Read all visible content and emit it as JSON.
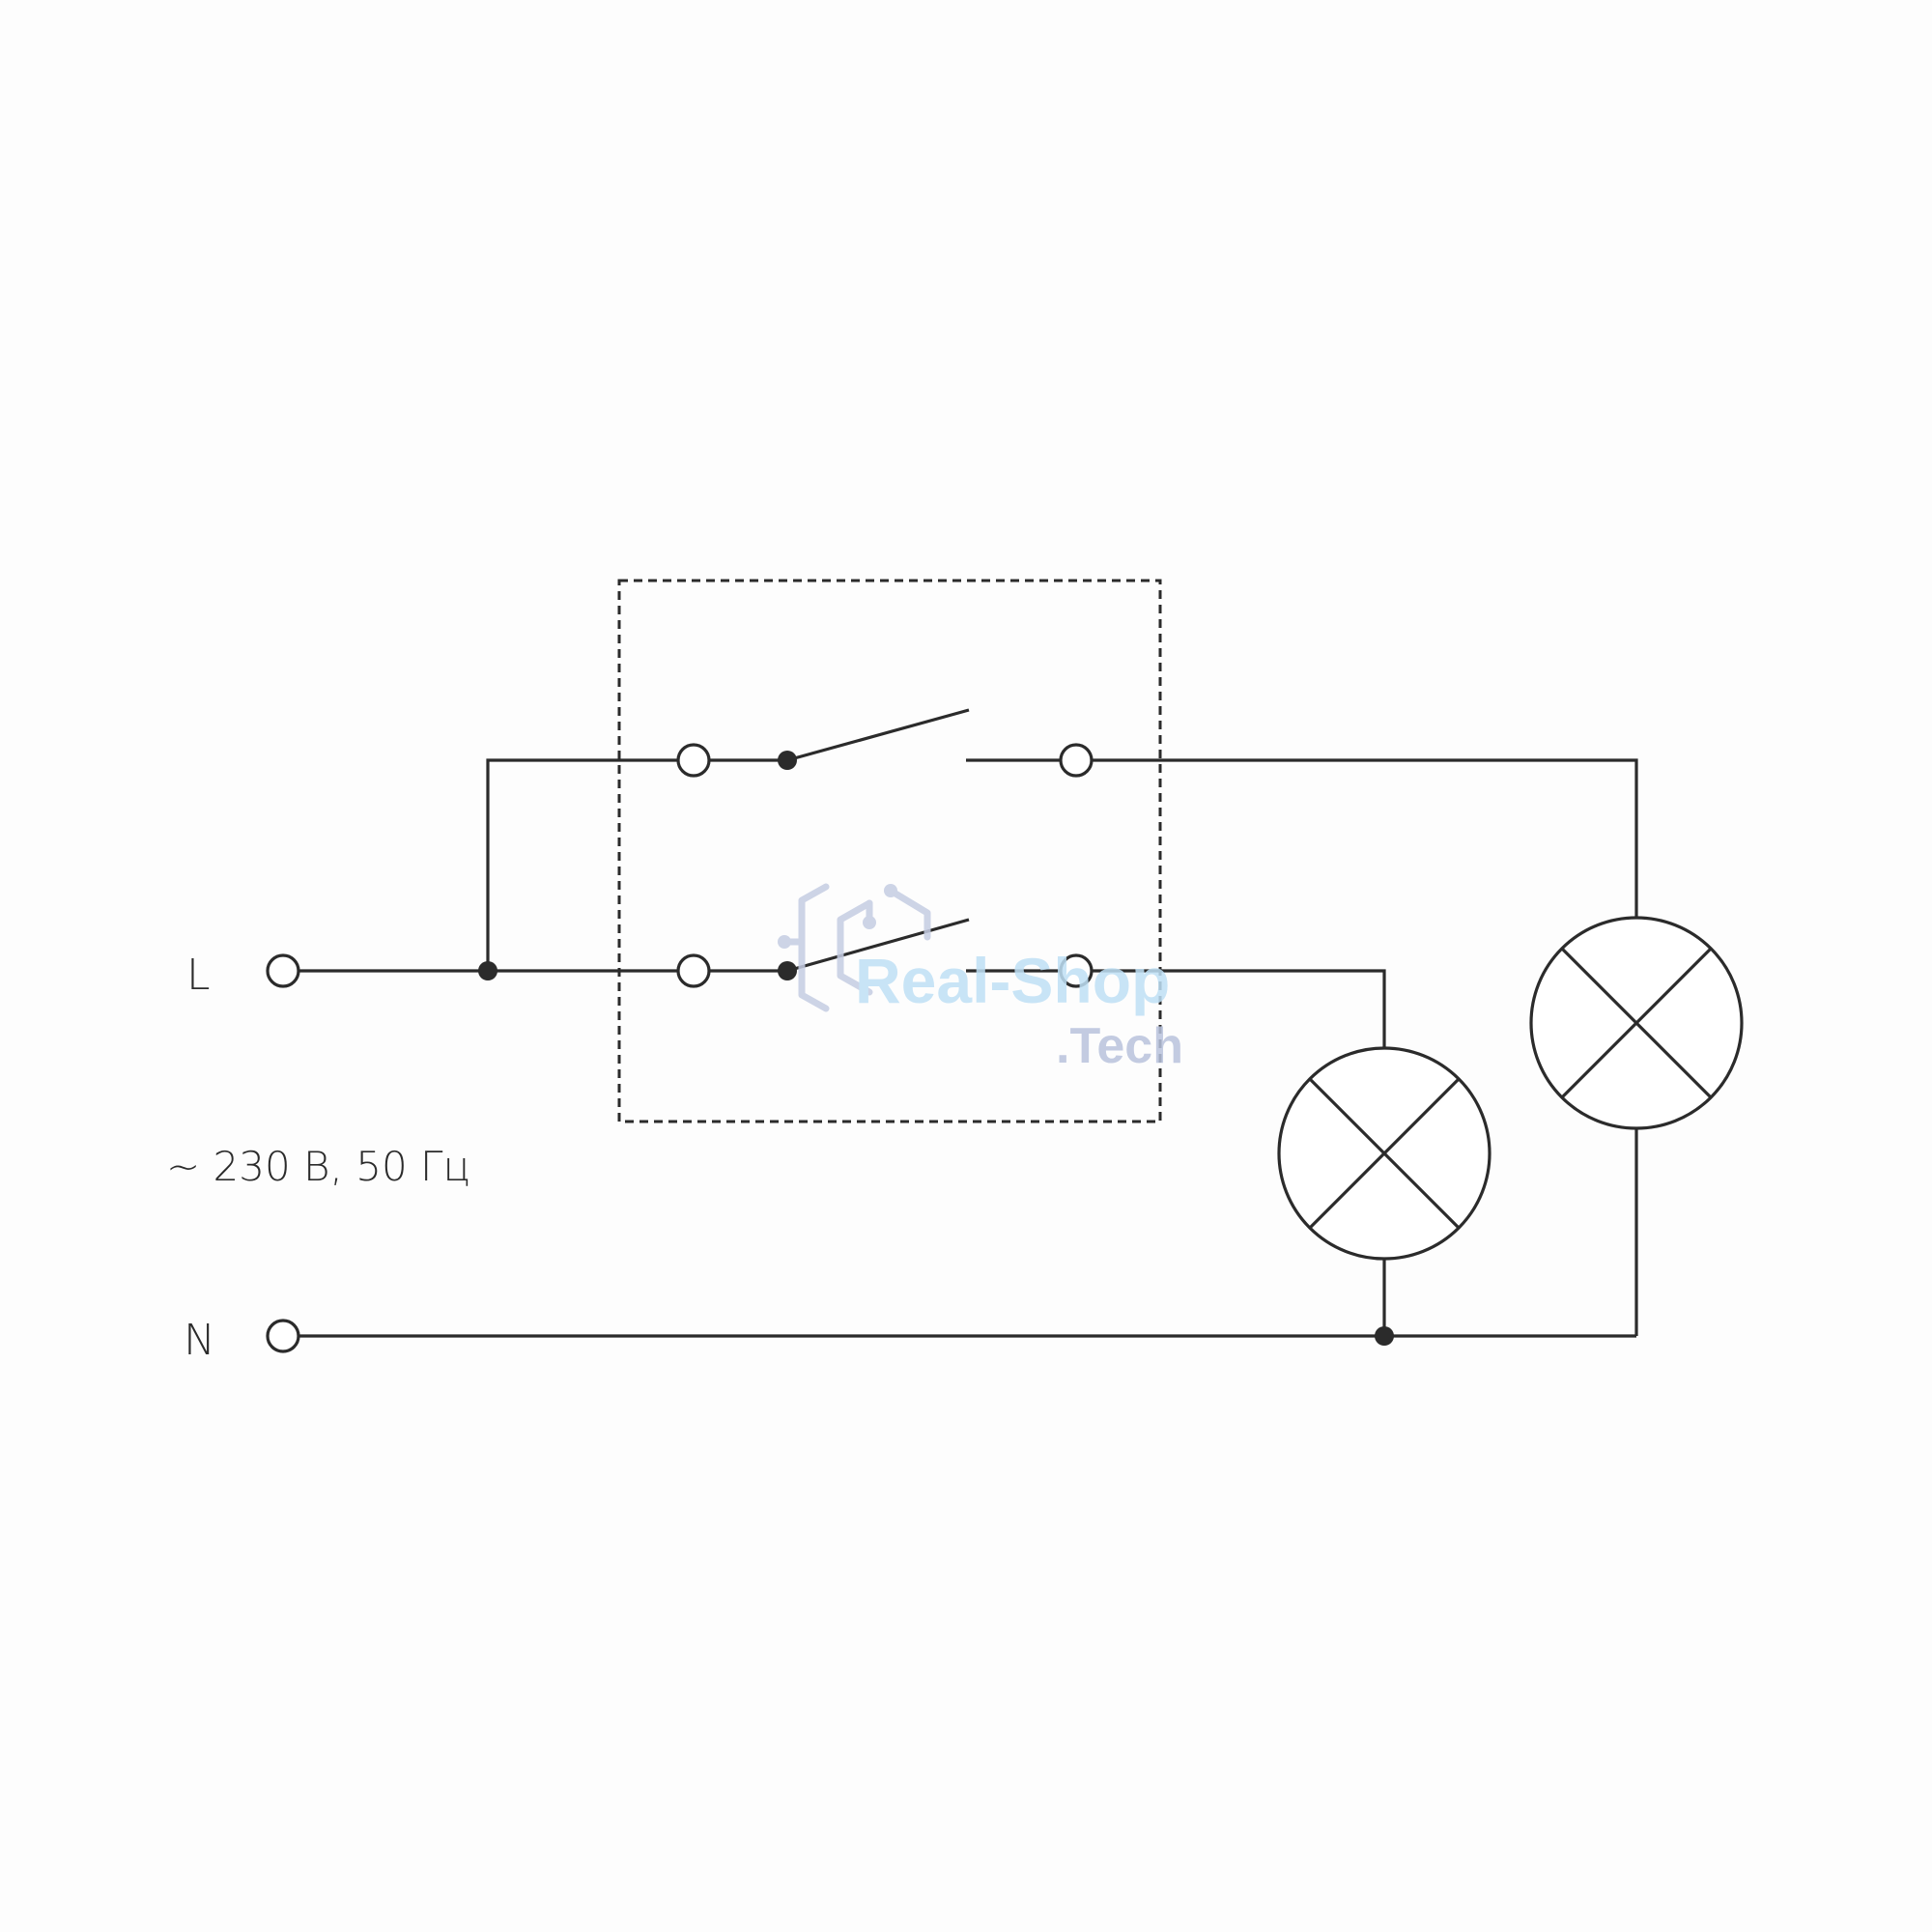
{
  "labels": {
    "line": "L",
    "neutral": "N",
    "supply": "~ 230 В, 50 Гц"
  },
  "watermark": {
    "name": "Real-Shop",
    "domain": ".Tech",
    "name_color": "#bfe0f5",
    "domain_color": "#b9c3dd",
    "icon_color": "#c5cde3"
  },
  "colors": {
    "stroke": "#2b2b2b",
    "background": "#fdfdfd"
  }
}
